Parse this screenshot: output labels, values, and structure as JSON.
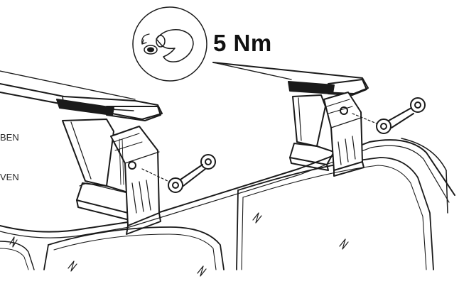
{
  "diagram": {
    "torque_label": "5 Nm",
    "side_labels": [
      "BEN",
      "VEN"
    ],
    "icons": {
      "torque_hand": "hand-turning-knob-icon",
      "wing_bolt": "wing-bolt-icon"
    },
    "line_color": "#1a1a1a"
  }
}
